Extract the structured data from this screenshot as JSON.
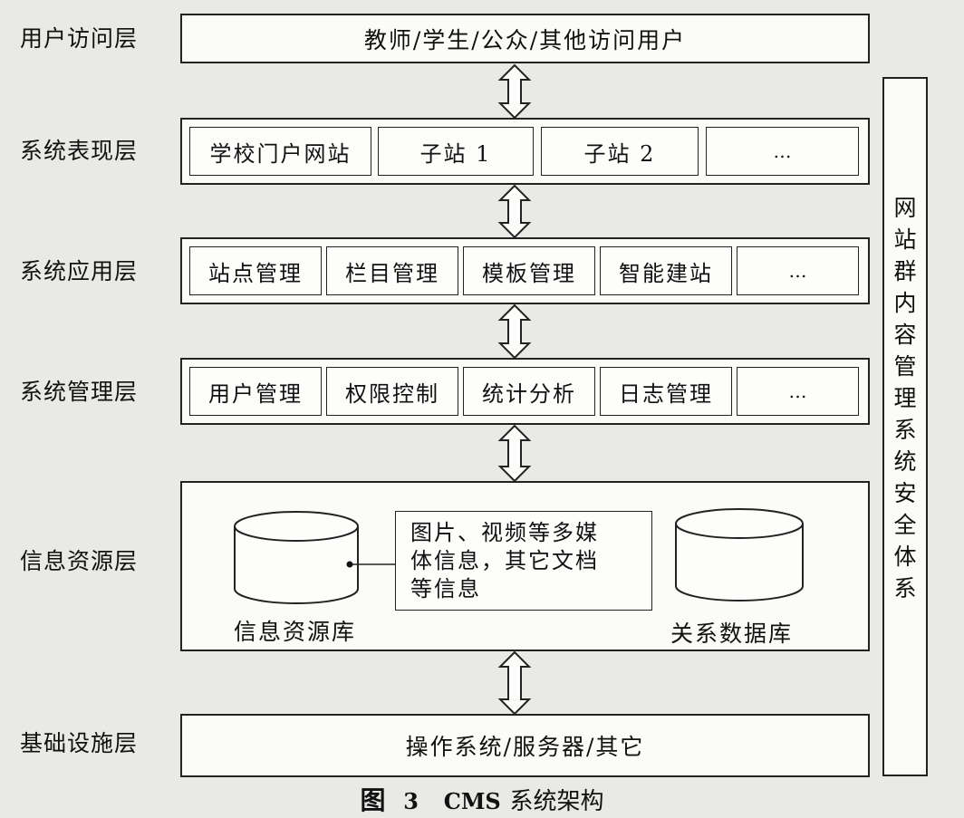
{
  "layers": [
    {
      "label": "用户访问层",
      "content": "教师/学生/公众/其他访问用户"
    },
    {
      "label": "系统表现层",
      "cells": [
        "学校门户网站",
        "子站 1",
        "子站 2",
        "…"
      ]
    },
    {
      "label": "系统应用层",
      "cells": [
        "站点管理",
        "栏目管理",
        "模板管理",
        "智能建站",
        "…"
      ]
    },
    {
      "label": "系统管理层",
      "cells": [
        "用户管理",
        "权限控制",
        "统计分析",
        "日志管理",
        "…"
      ]
    },
    {
      "label": "信息资源层"
    },
    {
      "label": "基础设施层",
      "content": "操作系统/服务器/其它"
    }
  ],
  "resources": {
    "db1": "信息资源库",
    "db2": "关系数据库",
    "note_lines": [
      "图片、视频等多媒",
      "体信息，其它文档",
      "等信息"
    ]
  },
  "side_chars": [
    "网",
    "站",
    "群",
    "内",
    "容",
    "管",
    "理",
    "系",
    "统",
    "安",
    "全",
    "体",
    "系"
  ],
  "caption": {
    "prefix": "图",
    "num": "3",
    "abbr": "CMS",
    "text": "系统架构"
  }
}
